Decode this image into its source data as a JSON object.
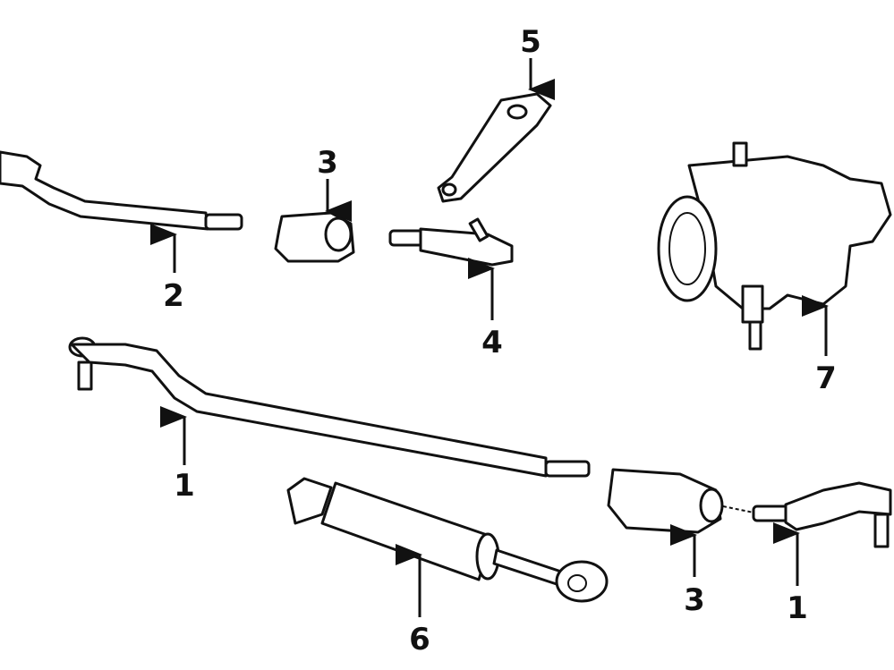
{
  "diagram": {
    "callouts": [
      {
        "id": "5",
        "part": "pitman-arm"
      },
      {
        "id": "3",
        "part": "adjuster-sleeve-upper"
      },
      {
        "id": "2",
        "part": "drag-link"
      },
      {
        "id": "4",
        "part": "tie-rod-end-inner"
      },
      {
        "id": "7",
        "part": "steering-gear"
      },
      {
        "id": "1",
        "part": "tie-rod-left"
      },
      {
        "id": "6",
        "part": "steering-damper"
      },
      {
        "id": "3",
        "part": "adjuster-sleeve-lower"
      },
      {
        "id": "1",
        "part": "tie-rod-end-right"
      }
    ],
    "colors": {
      "line": "#111111",
      "background": "#ffffff"
    }
  }
}
